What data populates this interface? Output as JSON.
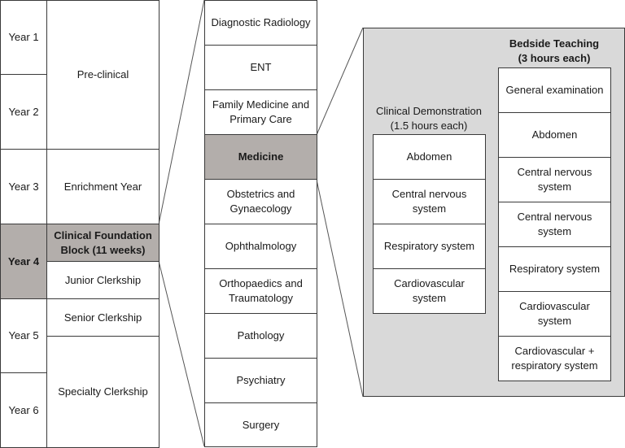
{
  "years": [
    {
      "label": "Year 1"
    },
    {
      "label": "Year 2"
    },
    {
      "label": "Year 3"
    },
    {
      "label": "Year 4"
    },
    {
      "label": "Year 5"
    },
    {
      "label": "Year 6"
    }
  ],
  "phases": {
    "preclinical": "Pre-clinical",
    "enrichment": "Enrichment Year",
    "foundation": "Clinical Foundation\nBlock (11 weeks)",
    "junior": "Junior Clerkship",
    "senior": "Senior Clerkship",
    "specialty": "Specialty Clerkship"
  },
  "specialties": [
    "Diagnostic Radiology",
    "ENT",
    "Family Medicine and\nPrimary Care",
    "Medicine",
    "Obstetrics and\nGynaecology",
    "Ophthalmology",
    "Orthopaedics and\nTraumatology",
    "Pathology",
    "Psychiatry",
    "Surgery"
  ],
  "clinical_demonstration": {
    "heading": "Clinical Demonstration\n(1.5 hours each)",
    "items": [
      "Abdomen",
      "Central nervous\nsystem",
      "Respiratory system",
      "Cardiovascular\nsystem"
    ]
  },
  "bedside_teaching": {
    "heading": "Bedside Teaching\n(3 hours each)",
    "items": [
      "General examination",
      "Abdomen",
      "Central nervous\nsystem",
      "Central nervous\nsystem",
      "Respiratory system",
      "Cardiovascular\nsystem",
      "Cardiovascular +\nrespiratory system"
    ]
  },
  "colors": {
    "highlight": "#b3aeab",
    "panel": "#d9d9d9",
    "border": "#3a3a3a"
  }
}
